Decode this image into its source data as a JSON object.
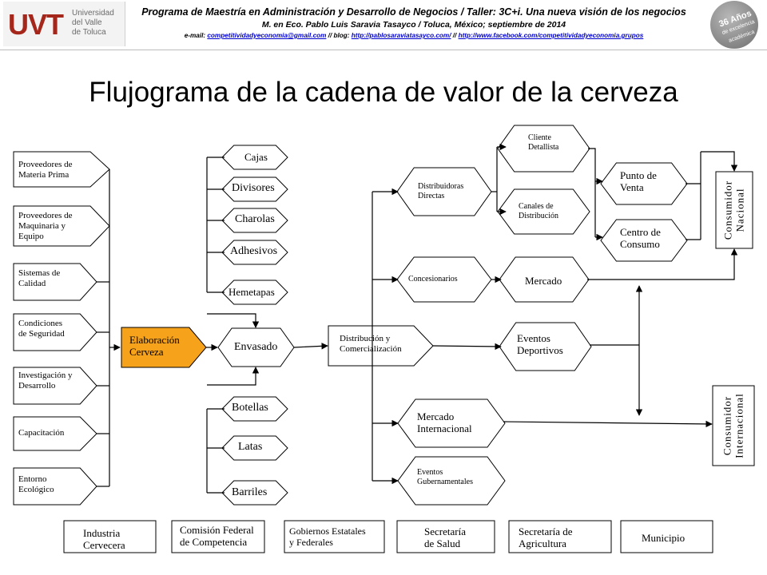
{
  "header": {
    "logo_mark": "UVT",
    "logo_text": [
      "Universidad",
      "del Valle",
      "de Toluca"
    ],
    "line1": "Programa de Maestría en Administración y Desarrollo de Negocios / Taller: 3C+i. Una nueva visión de los negocios",
    "line2": "M. en Eco. Pablo Luis Saravia Tasayco / Toluca, México; septiembre de 2014",
    "line3_prefix": "e-mail: ",
    "email": "competitividadyeconomia@gmail.com",
    "sep1": " // blog: ",
    "blog": "http://pablosaraviatasayco.com/",
    "sep2": " // ",
    "facebook": "http://www.facebook.com/competitividadyeconomia.grupos",
    "badge": [
      "36 Años",
      "de excelencia",
      "académica"
    ]
  },
  "title": "Flujograma de la cadena de valor de la cerveza",
  "colors": {
    "accent": "#f7a21b",
    "line": "#000000"
  },
  "nodes": {
    "mp": [
      "Proveedores  de",
      "Materia Prima"
    ],
    "meq": [
      "Proveedores  de",
      "Maquinaria y",
      "Equipo"
    ],
    "sc": [
      "Sistemas de",
      "Calidad"
    ],
    "cs": [
      "Condiciones",
      "de Seguridad"
    ],
    "id": [
      "Investigación y",
      "Desarrollo"
    ],
    "cap": [
      "Capacitación"
    ],
    "ee": [
      "Entorno",
      "Ecológico"
    ],
    "elab": [
      "Elaboración",
      "Cerveza"
    ],
    "cajas": [
      "Cajas"
    ],
    "divisores": [
      "Divisores"
    ],
    "charolas": [
      "Charolas"
    ],
    "adhesivos": [
      "Adhesivos"
    ],
    "hemetapas": [
      "Hemetapas"
    ],
    "envasado": [
      "Envasado"
    ],
    "botellas": [
      "Botellas"
    ],
    "latas": [
      "Latas"
    ],
    "barriles": [
      "Barriles"
    ],
    "dist": [
      "Distribución  y",
      "Comercialización"
    ],
    "dd": [
      "Distribuidoras",
      "Directas"
    ],
    "conc": [
      "Concesionarios"
    ],
    "cd": [
      "Cliente",
      "Detallista"
    ],
    "cdist": [
      "Canales de",
      "Distribución"
    ],
    "mercado": [
      "Mercado"
    ],
    "ed": [
      "Eventos",
      "Deportivos"
    ],
    "mi": [
      "Mercado",
      "Internacional"
    ],
    "eg": [
      "Eventos",
      "Gubernamentales"
    ],
    "pv": [
      "Punto de",
      "Venta"
    ],
    "cc": [
      "Centro de",
      "Consumo"
    ],
    "cn": [
      "Consumidor",
      "Nacional"
    ],
    "ci": [
      "Consumidor",
      "Internacional"
    ]
  },
  "institutions": [
    [
      "Industria",
      "Cervecera"
    ],
    [
      "Comisión Federal",
      "de Competencia"
    ],
    [
      "Gobiernos Estatales",
      "y Federales"
    ],
    [
      "Secretaría",
      "de Salud"
    ],
    [
      "Secretaría   de",
      "Agricultura"
    ],
    [
      "Municipio"
    ]
  ]
}
